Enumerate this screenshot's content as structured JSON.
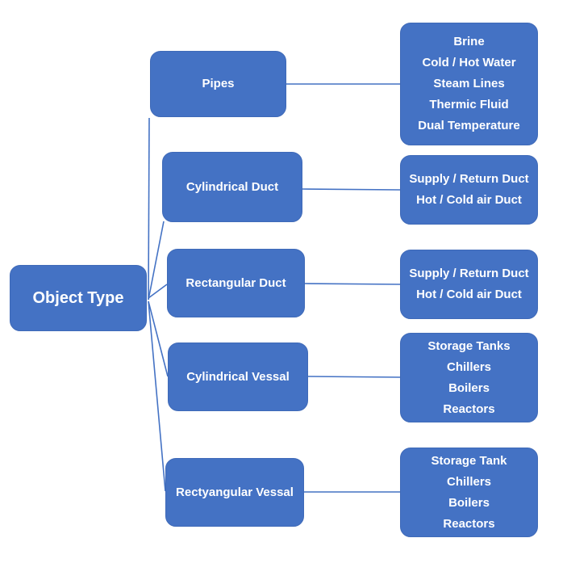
{
  "diagram": {
    "root": {
      "label": "Object Type"
    },
    "branches": [
      {
        "label": "Pipes"
      },
      {
        "label": "Cylindrical Duct"
      },
      {
        "label": "Rectangular Duct"
      },
      {
        "label": "Cylindrical Vessal"
      },
      {
        "label": "Rectyangular Vessal"
      }
    ],
    "leaves": [
      {
        "lines": [
          "Brine",
          "Cold / Hot Water",
          "Steam Lines",
          "Thermic Fluid",
          "Dual Temperature"
        ]
      },
      {
        "lines": [
          "Supply / Return Duct",
          "Hot / Cold air Duct"
        ]
      },
      {
        "lines": [
          "Supply / Return Duct",
          "Hot / Cold air Duct"
        ]
      },
      {
        "lines": [
          "Storage Tanks",
          "Chillers",
          "Boilers",
          "Reactors"
        ]
      },
      {
        "lines": [
          "Storage Tank",
          "Chillers",
          "Boilers",
          "Reactors"
        ]
      }
    ],
    "colors": {
      "box_fill": "#4472C4",
      "box_edge": "#3F6AB8",
      "box_text": "#FFFFFF",
      "connector": "#4472C4",
      "background": "#FFFFFF"
    }
  }
}
